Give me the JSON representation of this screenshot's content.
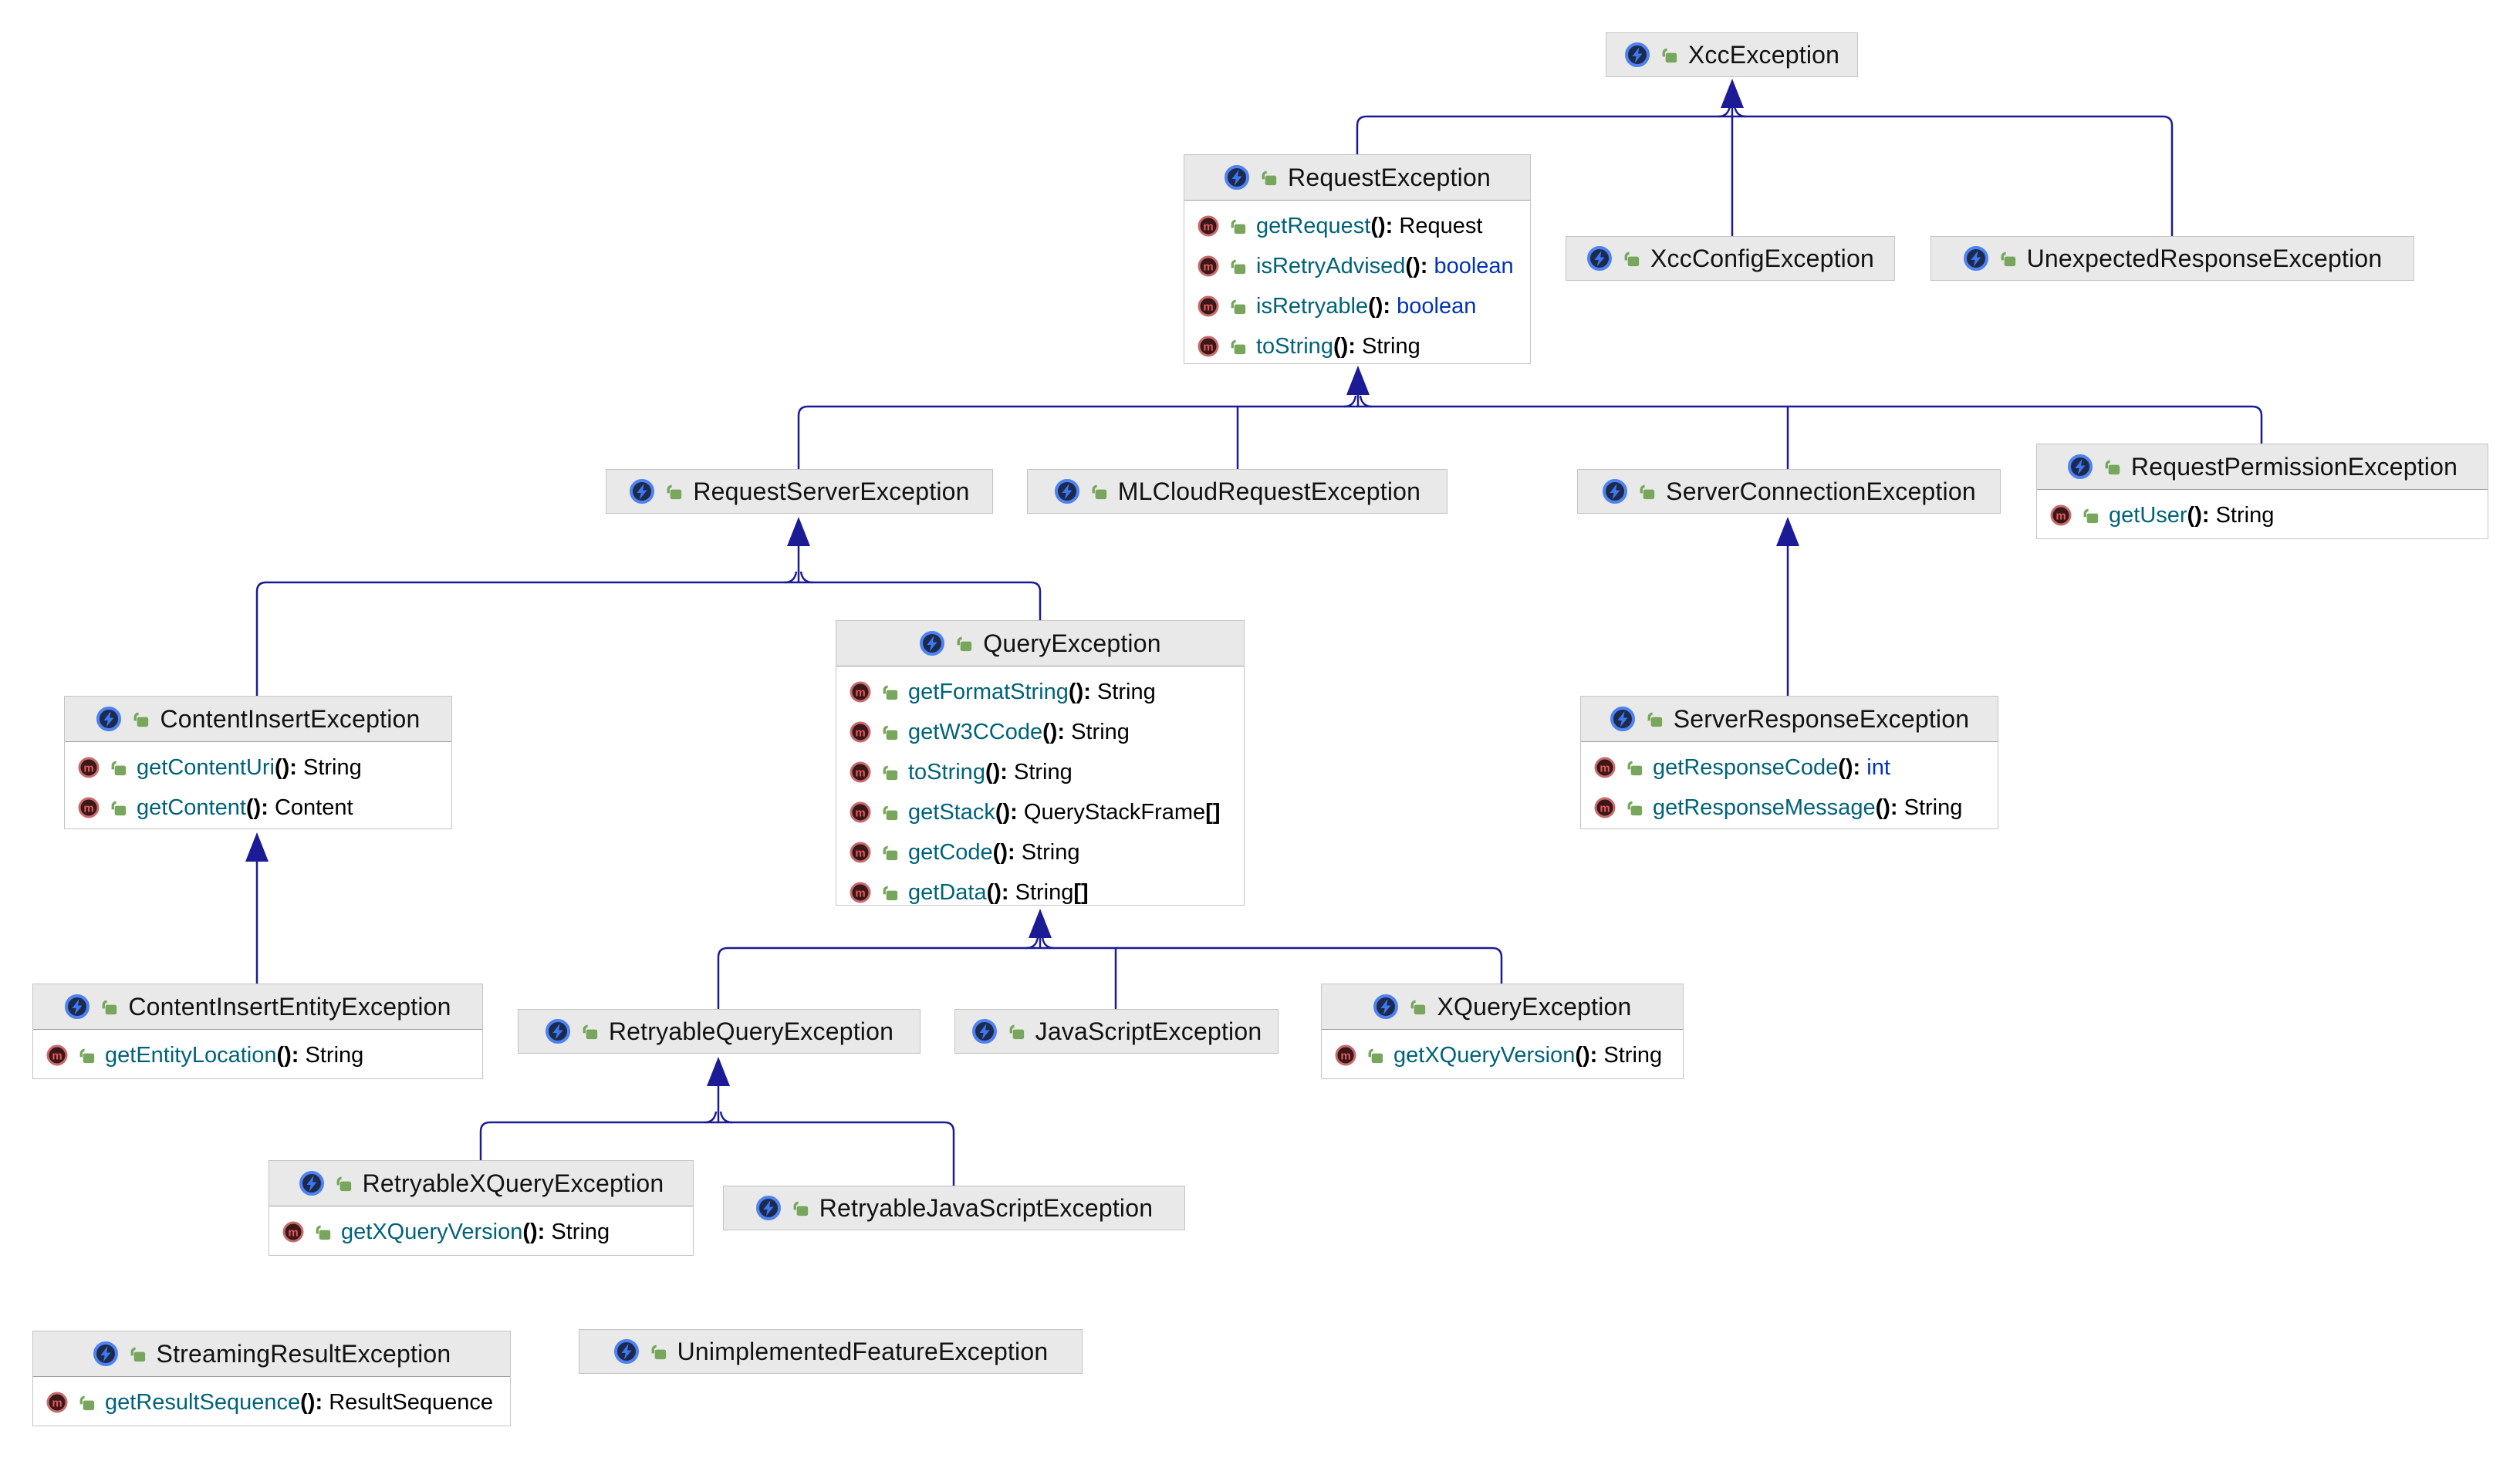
{
  "diagram": {
    "kind": "uml-class-inheritance-diagram",
    "syntax": {
      "paren": "():",
      "space": " "
    },
    "colors": {
      "edge": "#1B1B96",
      "header_bg": "#E9E9E9",
      "box_border": "#C4C4C4",
      "method_name": "#00627A",
      "primitive_type": "#0033B3",
      "class_icon_ring": "#4E81F2",
      "method_icon_ring": "#C96B6B",
      "visibility_green": "#77A65C"
    },
    "classes": [
      {
        "id": "xcc",
        "name": "XccException",
        "methods": []
      },
      {
        "id": "request",
        "name": "RequestException",
        "methods": [
          {
            "name": "getRequest",
            "returns": "Request",
            "primitive": false
          },
          {
            "name": "isRetryAdvised",
            "returns": "boolean",
            "primitive": true
          },
          {
            "name": "isRetryable",
            "returns": "boolean",
            "primitive": true
          },
          {
            "name": "toString",
            "returns": "String",
            "primitive": false
          }
        ]
      },
      {
        "id": "xccConfig",
        "name": "XccConfigException",
        "methods": []
      },
      {
        "id": "unexpected",
        "name": "UnexpectedResponseException",
        "methods": []
      },
      {
        "id": "requestServer",
        "name": "RequestServerException",
        "methods": []
      },
      {
        "id": "mlCloud",
        "name": "MLCloudRequestException",
        "methods": []
      },
      {
        "id": "serverConnection",
        "name": "ServerConnectionException",
        "methods": []
      },
      {
        "id": "requestPermission",
        "name": "RequestPermissionException",
        "methods": [
          {
            "name": "getUser",
            "returns": "String",
            "primitive": false
          }
        ]
      },
      {
        "id": "query",
        "name": "QueryException",
        "methods": [
          {
            "name": "getFormatString",
            "returns": "String",
            "primitive": false
          },
          {
            "name": "getW3CCode",
            "returns": "String",
            "primitive": false
          },
          {
            "name": "toString",
            "returns": "String",
            "primitive": false
          },
          {
            "name": "getStack",
            "returns": "QueryStackFrame[]",
            "primitive": false
          },
          {
            "name": "getCode",
            "returns": "String",
            "primitive": false
          },
          {
            "name": "getData",
            "returns": "String[]",
            "primitive": false
          }
        ]
      },
      {
        "id": "contentInsert",
        "name": "ContentInsertException",
        "methods": [
          {
            "name": "getContentUri",
            "returns": "String",
            "primitive": false
          },
          {
            "name": "getContent",
            "returns": "Content",
            "primitive": false
          }
        ]
      },
      {
        "id": "serverResponse",
        "name": "ServerResponseException",
        "methods": [
          {
            "name": "getResponseCode",
            "returns": "int",
            "primitive": true
          },
          {
            "name": "getResponseMessage",
            "returns": "String",
            "primitive": false
          }
        ]
      },
      {
        "id": "contentInsertEntity",
        "name": "ContentInsertEntityException",
        "methods": [
          {
            "name": "getEntityLocation",
            "returns": "String",
            "primitive": false
          }
        ]
      },
      {
        "id": "retryableQuery",
        "name": "RetryableQueryException",
        "methods": []
      },
      {
        "id": "javaScript",
        "name": "JavaScriptException",
        "methods": []
      },
      {
        "id": "xquery",
        "name": "XQueryException",
        "methods": [
          {
            "name": "getXQueryVersion",
            "returns": "String",
            "primitive": false
          }
        ]
      },
      {
        "id": "retryableXQuery",
        "name": "RetryableXQueryException",
        "methods": [
          {
            "name": "getXQueryVersion",
            "returns": "String",
            "primitive": false
          }
        ]
      },
      {
        "id": "retryableJavaScript",
        "name": "RetryableJavaScriptException",
        "methods": []
      },
      {
        "id": "streamingResult",
        "name": "StreamingResultException",
        "methods": [
          {
            "name": "getResultSequence",
            "returns": "ResultSequence",
            "primitive": false
          }
        ]
      },
      {
        "id": "unimplementedFeature",
        "name": "UnimplementedFeatureException",
        "methods": []
      }
    ],
    "relations": [
      {
        "child": "RequestException",
        "parent": "XccException"
      },
      {
        "child": "XccConfigException",
        "parent": "XccException"
      },
      {
        "child": "UnexpectedResponseException",
        "parent": "XccException"
      },
      {
        "child": "RequestServerException",
        "parent": "RequestException"
      },
      {
        "child": "MLCloudRequestException",
        "parent": "RequestException"
      },
      {
        "child": "ServerConnectionException",
        "parent": "RequestException"
      },
      {
        "child": "RequestPermissionException",
        "parent": "RequestException"
      },
      {
        "child": "ContentInsertException",
        "parent": "RequestServerException"
      },
      {
        "child": "QueryException",
        "parent": "RequestServerException"
      },
      {
        "child": "ServerResponseException",
        "parent": "ServerConnectionException"
      },
      {
        "child": "ContentInsertEntityException",
        "parent": "ContentInsertException"
      },
      {
        "child": "RetryableQueryException",
        "parent": "QueryException"
      },
      {
        "child": "JavaScriptException",
        "parent": "QueryException"
      },
      {
        "child": "XQueryException",
        "parent": "QueryException"
      },
      {
        "child": "RetryableXQueryException",
        "parent": "RetryableQueryException"
      },
      {
        "child": "RetryableJavaScriptException",
        "parent": "RetryableQueryException"
      }
    ]
  }
}
